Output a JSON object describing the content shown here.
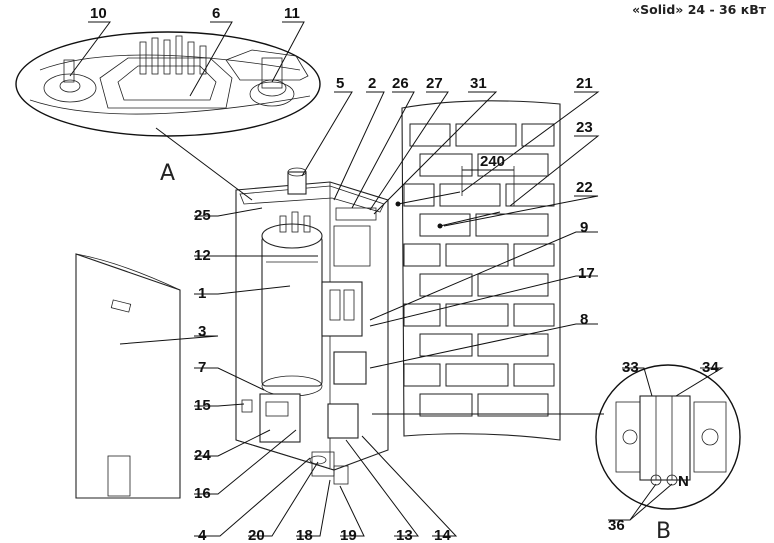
{
  "title": "«Solid» 24 - 36 кВт",
  "views": {
    "a": "A",
    "b": "B"
  },
  "dimension": "240",
  "terminal_label": "N",
  "callouts": [
    "10",
    "6",
    "11",
    "5",
    "2",
    "26",
    "27",
    "31",
    "21",
    "23",
    "22",
    "25",
    "12",
    "9",
    "1",
    "17",
    "3",
    "8",
    "7",
    "33",
    "34",
    "15",
    "24",
    "16",
    "36",
    "4",
    "20",
    "18",
    "19",
    "13",
    "14"
  ]
}
